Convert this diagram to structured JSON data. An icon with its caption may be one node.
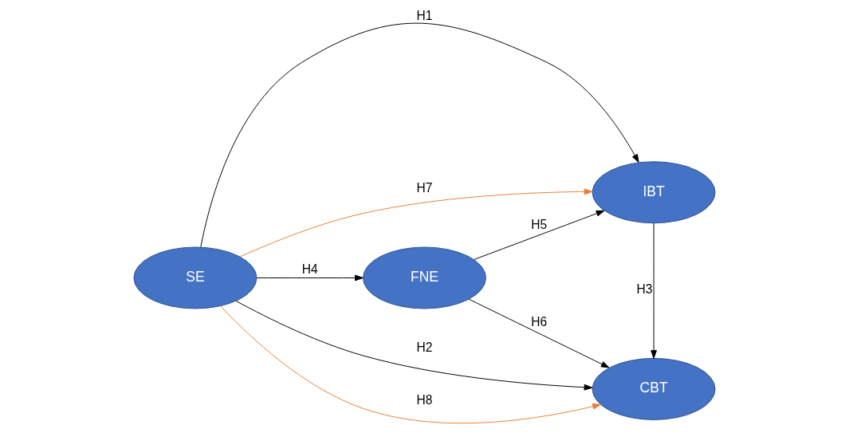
{
  "diagram": {
    "nodes": [
      {
        "text": [
          "SE"
        ]
      },
      {
        "text": [
          "FNE"
        ]
      },
      {
        "text": [
          "IBT"
        ]
      },
      {
        "text": [
          "CBT"
        ]
      }
    ],
    "edges": [
      {
        "from": 0,
        "to": 2,
        "arrow": "to",
        "label": "H1"
      },
      {
        "from": 0,
        "to": 3,
        "arrow": "to",
        "label": "H2"
      },
      {
        "from": 2,
        "to": 3,
        "arrow": "to",
        "label": "H3"
      },
      {
        "from": 0,
        "to": 1,
        "arrow": "to",
        "label": "H4"
      },
      {
        "from": 1,
        "to": 2,
        "arrow": "to",
        "label": "H5"
      },
      {
        "from": 1,
        "to": 3,
        "arrow": "to",
        "label": "H6"
      },
      {
        "from": 0,
        "to": 2,
        "arrow": "to",
        "label": "H7",
        "color": "#ed7d31"
      },
      {
        "from": 0,
        "to": 3,
        "arrow": "to",
        "label": "H8",
        "color": "#ed7d31"
      }
    ]
  }
}
